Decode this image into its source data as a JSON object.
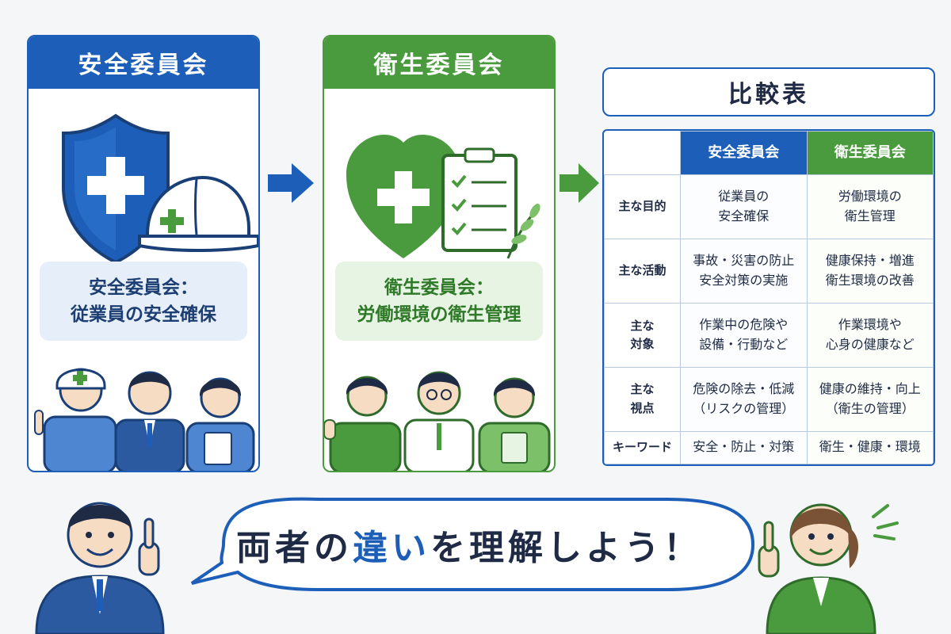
{
  "safety_panel": {
    "title": "安全委員会",
    "summary_line1": "安全委員会：",
    "summary_line2": "従業員の安全確保",
    "icon": "shield-helmet-icon",
    "color": "#1d5fb8"
  },
  "health_panel": {
    "title": "衛生委員会",
    "summary_line1": "衛生委員会：",
    "summary_line2": "労働環境の衛生管理",
    "icon": "heart-clipboard-icon",
    "color": "#4a9a3e"
  },
  "comparison": {
    "title": "比較表",
    "columns": [
      "安全委員会",
      "衛生委員会"
    ],
    "rows": [
      {
        "label": "主な目的",
        "safety": "従業員の\n安全確保",
        "health": "労働環境の\n衛生管理"
      },
      {
        "label": "主な活動",
        "safety": "事故・災害の防止\n安全対策の実施",
        "health": "健康保持・増進\n衛生環境の改善"
      },
      {
        "label": "主な\n対象",
        "safety": "作業中の危険や\n設備・行動など",
        "health": "作業環境や\n心身の健康など"
      },
      {
        "label": "主な\n視点",
        "safety": "危険の除去・低減\n（リスクの管理）",
        "health": "健康の維持・向上\n（衛生の管理）"
      },
      {
        "label": "キーワード",
        "safety": "安全・防止・対策",
        "health": "衛生・健康・環境"
      }
    ]
  },
  "message": {
    "before": "両者の",
    "highlight": "違い",
    "after": "を理解しよう！"
  }
}
